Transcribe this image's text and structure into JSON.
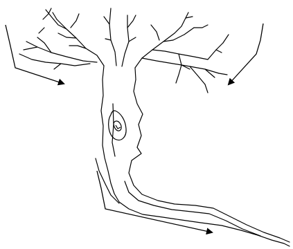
{
  "diagram": {
    "subject": "tree",
    "stroke_color": "#000000",
    "background_color": "#ffffff",
    "arrows": [
      {
        "name": "left-branch-arrow",
        "direction": "down-right"
      },
      {
        "name": "right-branch-arrow",
        "direction": "down-left"
      },
      {
        "name": "root-arrow",
        "direction": "right"
      }
    ]
  }
}
